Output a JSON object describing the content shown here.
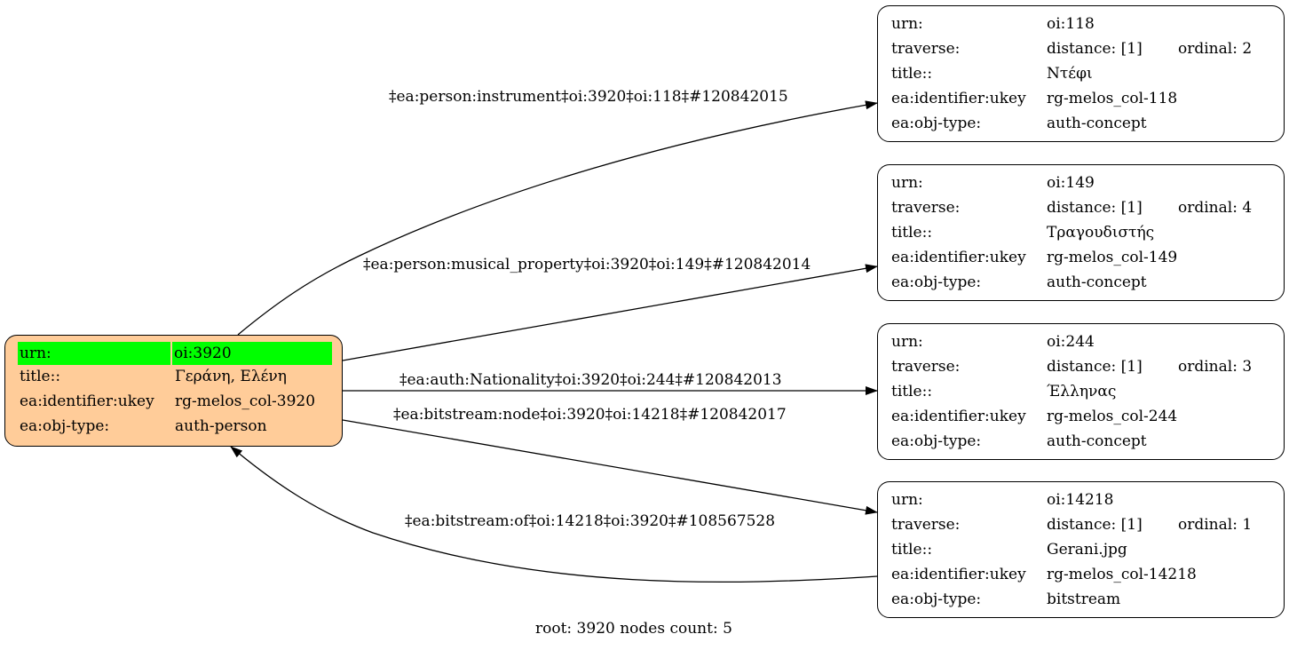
{
  "root_node": {
    "highlight_color": "#00ff00",
    "fill_color": "#ffcc99",
    "rows": [
      {
        "key": "urn:",
        "value": "oi:3920"
      },
      {
        "key": "title::",
        "value": "Γεράνη, Ελένη"
      },
      {
        "key": "ea:identifier:ukey",
        "value": "rg-melos_col-3920"
      },
      {
        "key": "ea:obj-type:",
        "value": "auth-person"
      }
    ]
  },
  "nodes": [
    {
      "urn": "oi:118",
      "traverse_distance": "distance: [1]",
      "traverse_ordinal": "ordinal: 2",
      "title": "Ντέφι",
      "ukey": "rg-melos_col-118",
      "obj_type": "auth-concept"
    },
    {
      "urn": "oi:149",
      "traverse_distance": "distance: [1]",
      "traverse_ordinal": "ordinal: 4",
      "title": "Τραγουδιστής",
      "ukey": "rg-melos_col-149",
      "obj_type": "auth-concept"
    },
    {
      "urn": "oi:244",
      "traverse_distance": "distance: [1]",
      "traverse_ordinal": "ordinal: 3",
      "title": "Έλληνας",
      "ukey": "rg-melos_col-244",
      "obj_type": "auth-concept"
    },
    {
      "urn": "oi:14218",
      "traverse_distance": "distance: [1]",
      "traverse_ordinal": "ordinal: 1",
      "title": "Gerani.jpg",
      "ukey": "rg-melos_col-14218",
      "obj_type": "bitstream"
    }
  ],
  "labels": {
    "urn": "urn:",
    "traverse": "traverse:",
    "title": "title::",
    "ukey": "ea:identifier:ukey",
    "obj_type": "ea:obj-type:"
  },
  "edges": [
    {
      "label": "‡ea:person:instrument‡oi:3920‡oi:118‡#120842015"
    },
    {
      "label": "‡ea:person:musical_property‡oi:3920‡oi:149‡#120842014"
    },
    {
      "label": "‡ea:auth:Nationality‡oi:3920‡oi:244‡#120842013"
    },
    {
      "label": "‡ea:bitstream:node‡oi:3920‡oi:14218‡#120842017"
    },
    {
      "label": "‡ea:bitstream:of‡oi:14218‡oi:3920‡#108567528"
    }
  ],
  "footer": "root: 3920 nodes count: 5"
}
